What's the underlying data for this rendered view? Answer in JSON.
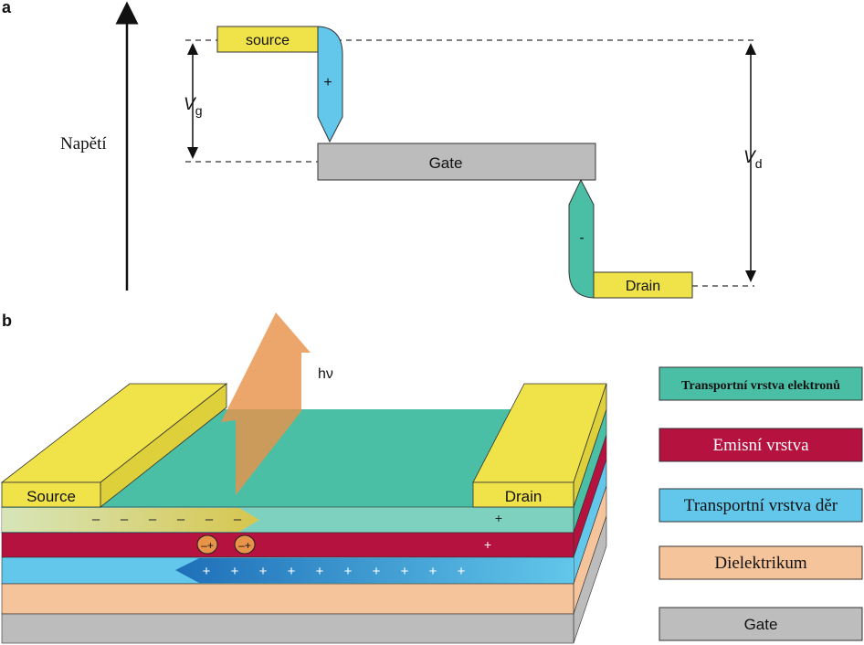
{
  "panel_a": {
    "label": "a",
    "axis_label": "Napětí",
    "source_label": "source",
    "gate_label": "Gate",
    "drain_label": "Drain",
    "plus_sign": "+",
    "minus_sign": "-",
    "vg_symbol": "V",
    "vg_sub": "g",
    "vd_symbol": "V",
    "vd_sub": "d"
  },
  "panel_b": {
    "label": "b",
    "hv_label": "hν",
    "source_label": "Source",
    "drain_label": "Drain",
    "electron_signs": [
      "–",
      "–",
      "–",
      "–",
      "–",
      "–"
    ],
    "hole_signs": [
      "+",
      "+",
      "+",
      "+",
      "+",
      "+",
      "+",
      "+",
      "+",
      "+"
    ],
    "exciton_label": "–+",
    "etl_plus": "+",
    "emit_plus": "+"
  },
  "legend": [
    {
      "label": "Transportní vrstva elektronů",
      "color": "#4bbfa6"
    },
    {
      "label": "Emisní vrstva",
      "color": "#b5123f"
    },
    {
      "label": "Transportní vrstva děr",
      "color": "#62c7ea"
    },
    {
      "label": "Dielektrikum",
      "color": "#f5c49a"
    },
    {
      "label": "Gate",
      "color": "#bdbdbd"
    }
  ],
  "colors": {
    "electrode": "#f0e34a",
    "gate": "#bcbcbc",
    "etl": "#4bbfa6",
    "emissive": "#b5123f",
    "htl": "#62c7ea",
    "dielectric": "#f5c49a",
    "light_arrow": "#e8934a"
  }
}
